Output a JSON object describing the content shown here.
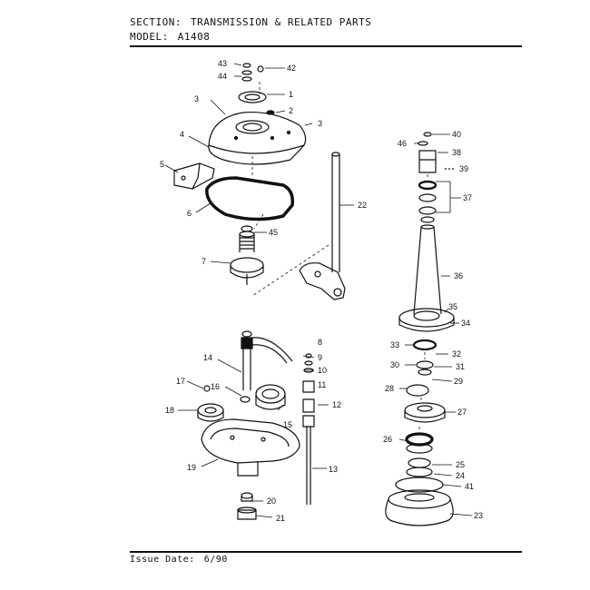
{
  "header": {
    "section_label": "SECTION:",
    "section_value": "TRANSMISSION & RELATED PARTS",
    "model_label": "MODEL:",
    "model_value": "A1408"
  },
  "footer": {
    "issue_label": "Issue Date:",
    "issue_value": "6/90"
  },
  "callouts": [
    "1",
    "2",
    "3",
    "4",
    "5",
    "6",
    "7",
    "8",
    "9",
    "10",
    "11",
    "12",
    "13",
    "14",
    "15",
    "16",
    "17",
    "18",
    "19",
    "20",
    "21",
    "22",
    "23",
    "24",
    "25",
    "26",
    "27",
    "28",
    "29",
    "30",
    "31",
    "32",
    "33",
    "34",
    "35",
    "36",
    "37",
    "38",
    "39",
    "40",
    "41",
    "42",
    "43",
    "44",
    "45",
    "46"
  ]
}
